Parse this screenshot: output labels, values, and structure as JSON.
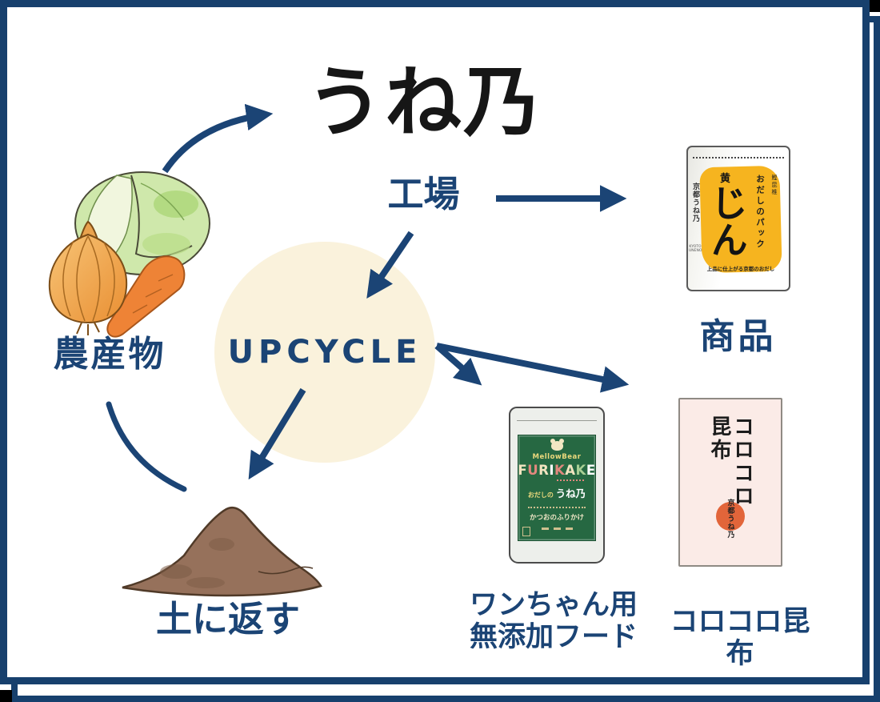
{
  "colors": {
    "navy": "#1b4475",
    "frame_navy": "#17406d",
    "logo_black": "#161616",
    "upcycle_cream": "#faf2dc",
    "soil_brown": "#96715b",
    "dashi_yellow": "#f6b41f",
    "furikake_green": "#266842",
    "kombu_pink": "#fbebe7",
    "kombu_orange": "#e2653a"
  },
  "flow": {
    "brand_logo": "うね乃",
    "factory_label": "工場",
    "produce_label": "農産物",
    "upcycle_label": "UPCYCLE",
    "soil_label": "土に返す",
    "products_label": "商品",
    "dog_food_label_line1": "ワンちゃん用",
    "dog_food_label_line2": "無添加フード",
    "kombu_caption": "コロコロ昆布"
  },
  "products": {
    "dashi_pack": {
      "prefix_char": "黄",
      "name_calligraphy": "じん",
      "pack_type_vertical": "おだしのパック",
      "ingredients_vertical": "鰹昆椎",
      "tagline": "上品に仕上がる京都のおだし",
      "maker_seal": "京都うね乃",
      "maker_roman": "KYOTO UNENO"
    },
    "furikake_pack": {
      "brand": "MellowBear",
      "title": "FURIKAKE",
      "title_letter_colors": [
        "#f2e4c0",
        "#e1887e",
        "#f2e4c0",
        "#ffffff",
        "#e1887e",
        "#f2e4c0",
        "#a9cf95",
        "#ffffff"
      ],
      "sub_prefix": "おだしの",
      "sub_brand": "うね乃",
      "description": "かつおのふりかけ"
    },
    "kombu_pack": {
      "title_vertical": "コロコロ昆布",
      "seal_vertical": "京都うね乃"
    }
  }
}
